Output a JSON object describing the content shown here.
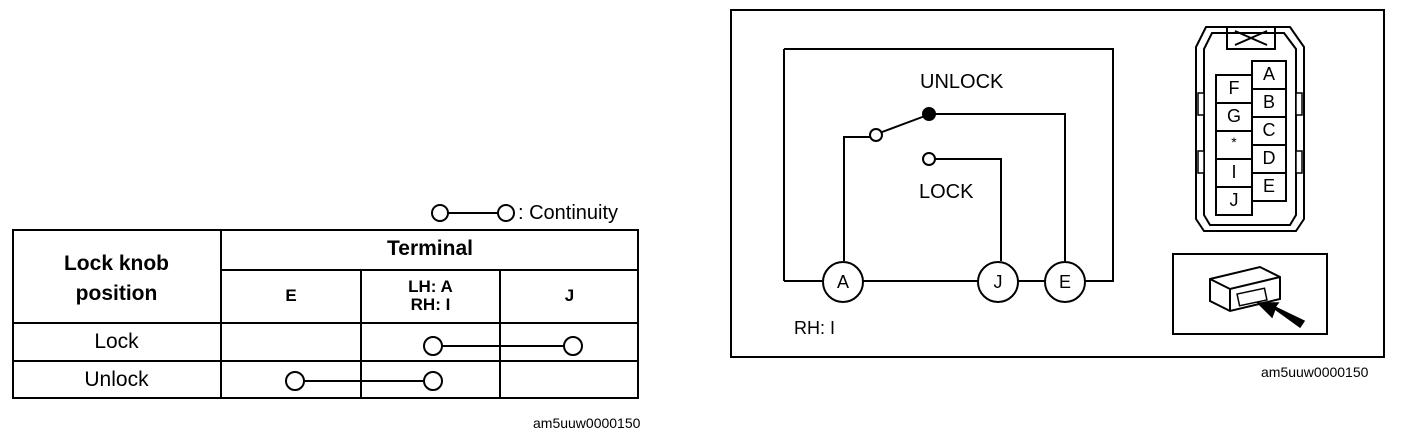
{
  "legend": {
    "text": ": Continuity"
  },
  "table": {
    "row_header": {
      "line1": "Lock knob",
      "line2": "position"
    },
    "group_header": "Terminal",
    "columns": [
      {
        "label": "E"
      },
      {
        "label_line1": "LH: A",
        "label_line2": "RH: I"
      },
      {
        "label": "J"
      }
    ],
    "rows": [
      {
        "label": "Lock",
        "continuity": [
          "LH: A / RH: I",
          "J"
        ]
      },
      {
        "label": "Unlock",
        "continuity": [
          "E",
          "LH: A / RH: I"
        ]
      }
    ]
  },
  "captions": {
    "left": "am5uuw0000150",
    "right": "am5uuw0000150"
  },
  "diagram": {
    "unlock_label": "UNLOCK",
    "lock_label": "LOCK",
    "terminals": [
      "A",
      "J",
      "E"
    ],
    "rh_note": "RH: I",
    "connector_pins": {
      "right_column": [
        "A",
        "B",
        "C",
        "D",
        "E"
      ],
      "left_column": [
        "F",
        "G",
        "*",
        "I",
        "J"
      ]
    }
  }
}
